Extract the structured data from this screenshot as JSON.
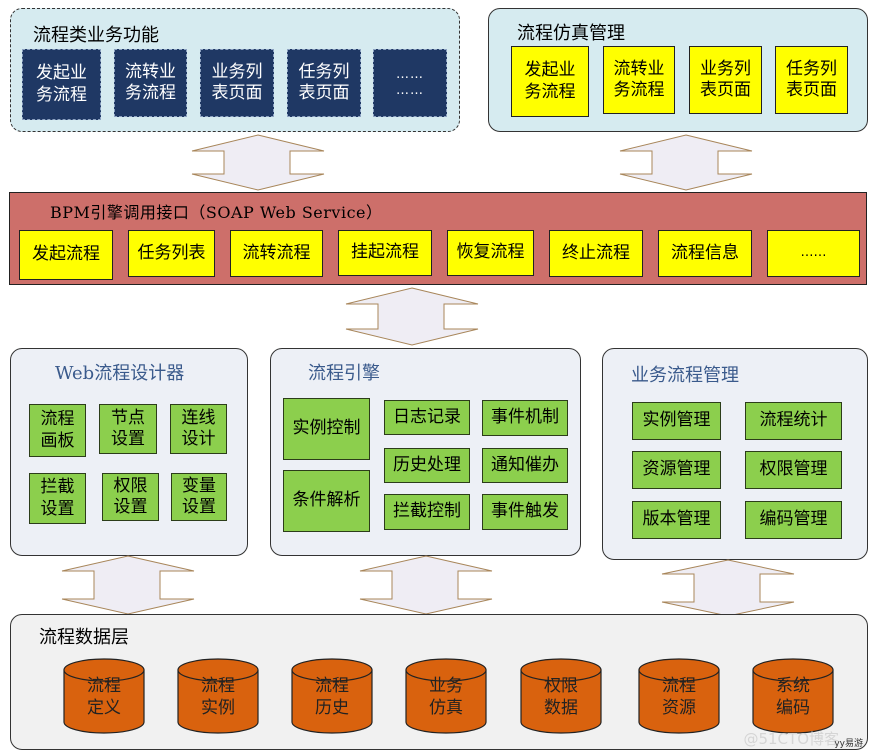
{
  "top_left": {
    "title": "流程类业务功能",
    "items": [
      "发起业\n务流程",
      "流转业\n务流程",
      "业务列\n表页面",
      "任务列\n表页面",
      "……\n……"
    ]
  },
  "top_right": {
    "title": "流程仿真管理",
    "items": [
      "发起业\n务流程",
      "流转业\n务流程",
      "业务列\n表页面",
      "任务列\n表页面"
    ]
  },
  "bpm_interface": {
    "title": "BPM引擎调用接口（SOAP Web Service）",
    "items": [
      "发起流程",
      "任务列表",
      "流转流程",
      "挂起流程",
      "恢复流程",
      "终止流程",
      "流程信息",
      "……"
    ]
  },
  "web_designer": {
    "title": "Web流程设计器",
    "items": [
      "流程\n画板",
      "节点\n设置",
      "连线\n设计",
      "拦截\n设置",
      "权限\n设置",
      "变量\n设置"
    ]
  },
  "engine": {
    "title": "流程引擎",
    "left_items": [
      "实例控制",
      "条件解析"
    ],
    "grid_items": [
      "日志记录",
      "事件机制",
      "历史处理",
      "通知催办",
      "拦截控制",
      "事件触发"
    ]
  },
  "business_mgmt": {
    "title": "业务流程管理",
    "items": [
      "实例管理",
      "流程统计",
      "资源管理",
      "权限管理",
      "版本管理",
      "编码管理"
    ]
  },
  "data_layer": {
    "title": "流程数据层",
    "items": [
      "流程\n定义",
      "流程\n实例",
      "流程\n历史",
      "业务\n仿真",
      "权限\n数据",
      "流程\n资源",
      "系统\n编码"
    ]
  },
  "watermark": {
    "main": "@51CTO博客",
    "small": "yy易游"
  },
  "colors": {
    "navy": "#1f3864",
    "yellow": "#ffff00",
    "green": "#8ccf4d",
    "bpm_bar": "#cd6f6a",
    "cylinder": "#d9620e",
    "arrow_fill": "#efedf4",
    "arrow_stroke": "#a8865a"
  }
}
